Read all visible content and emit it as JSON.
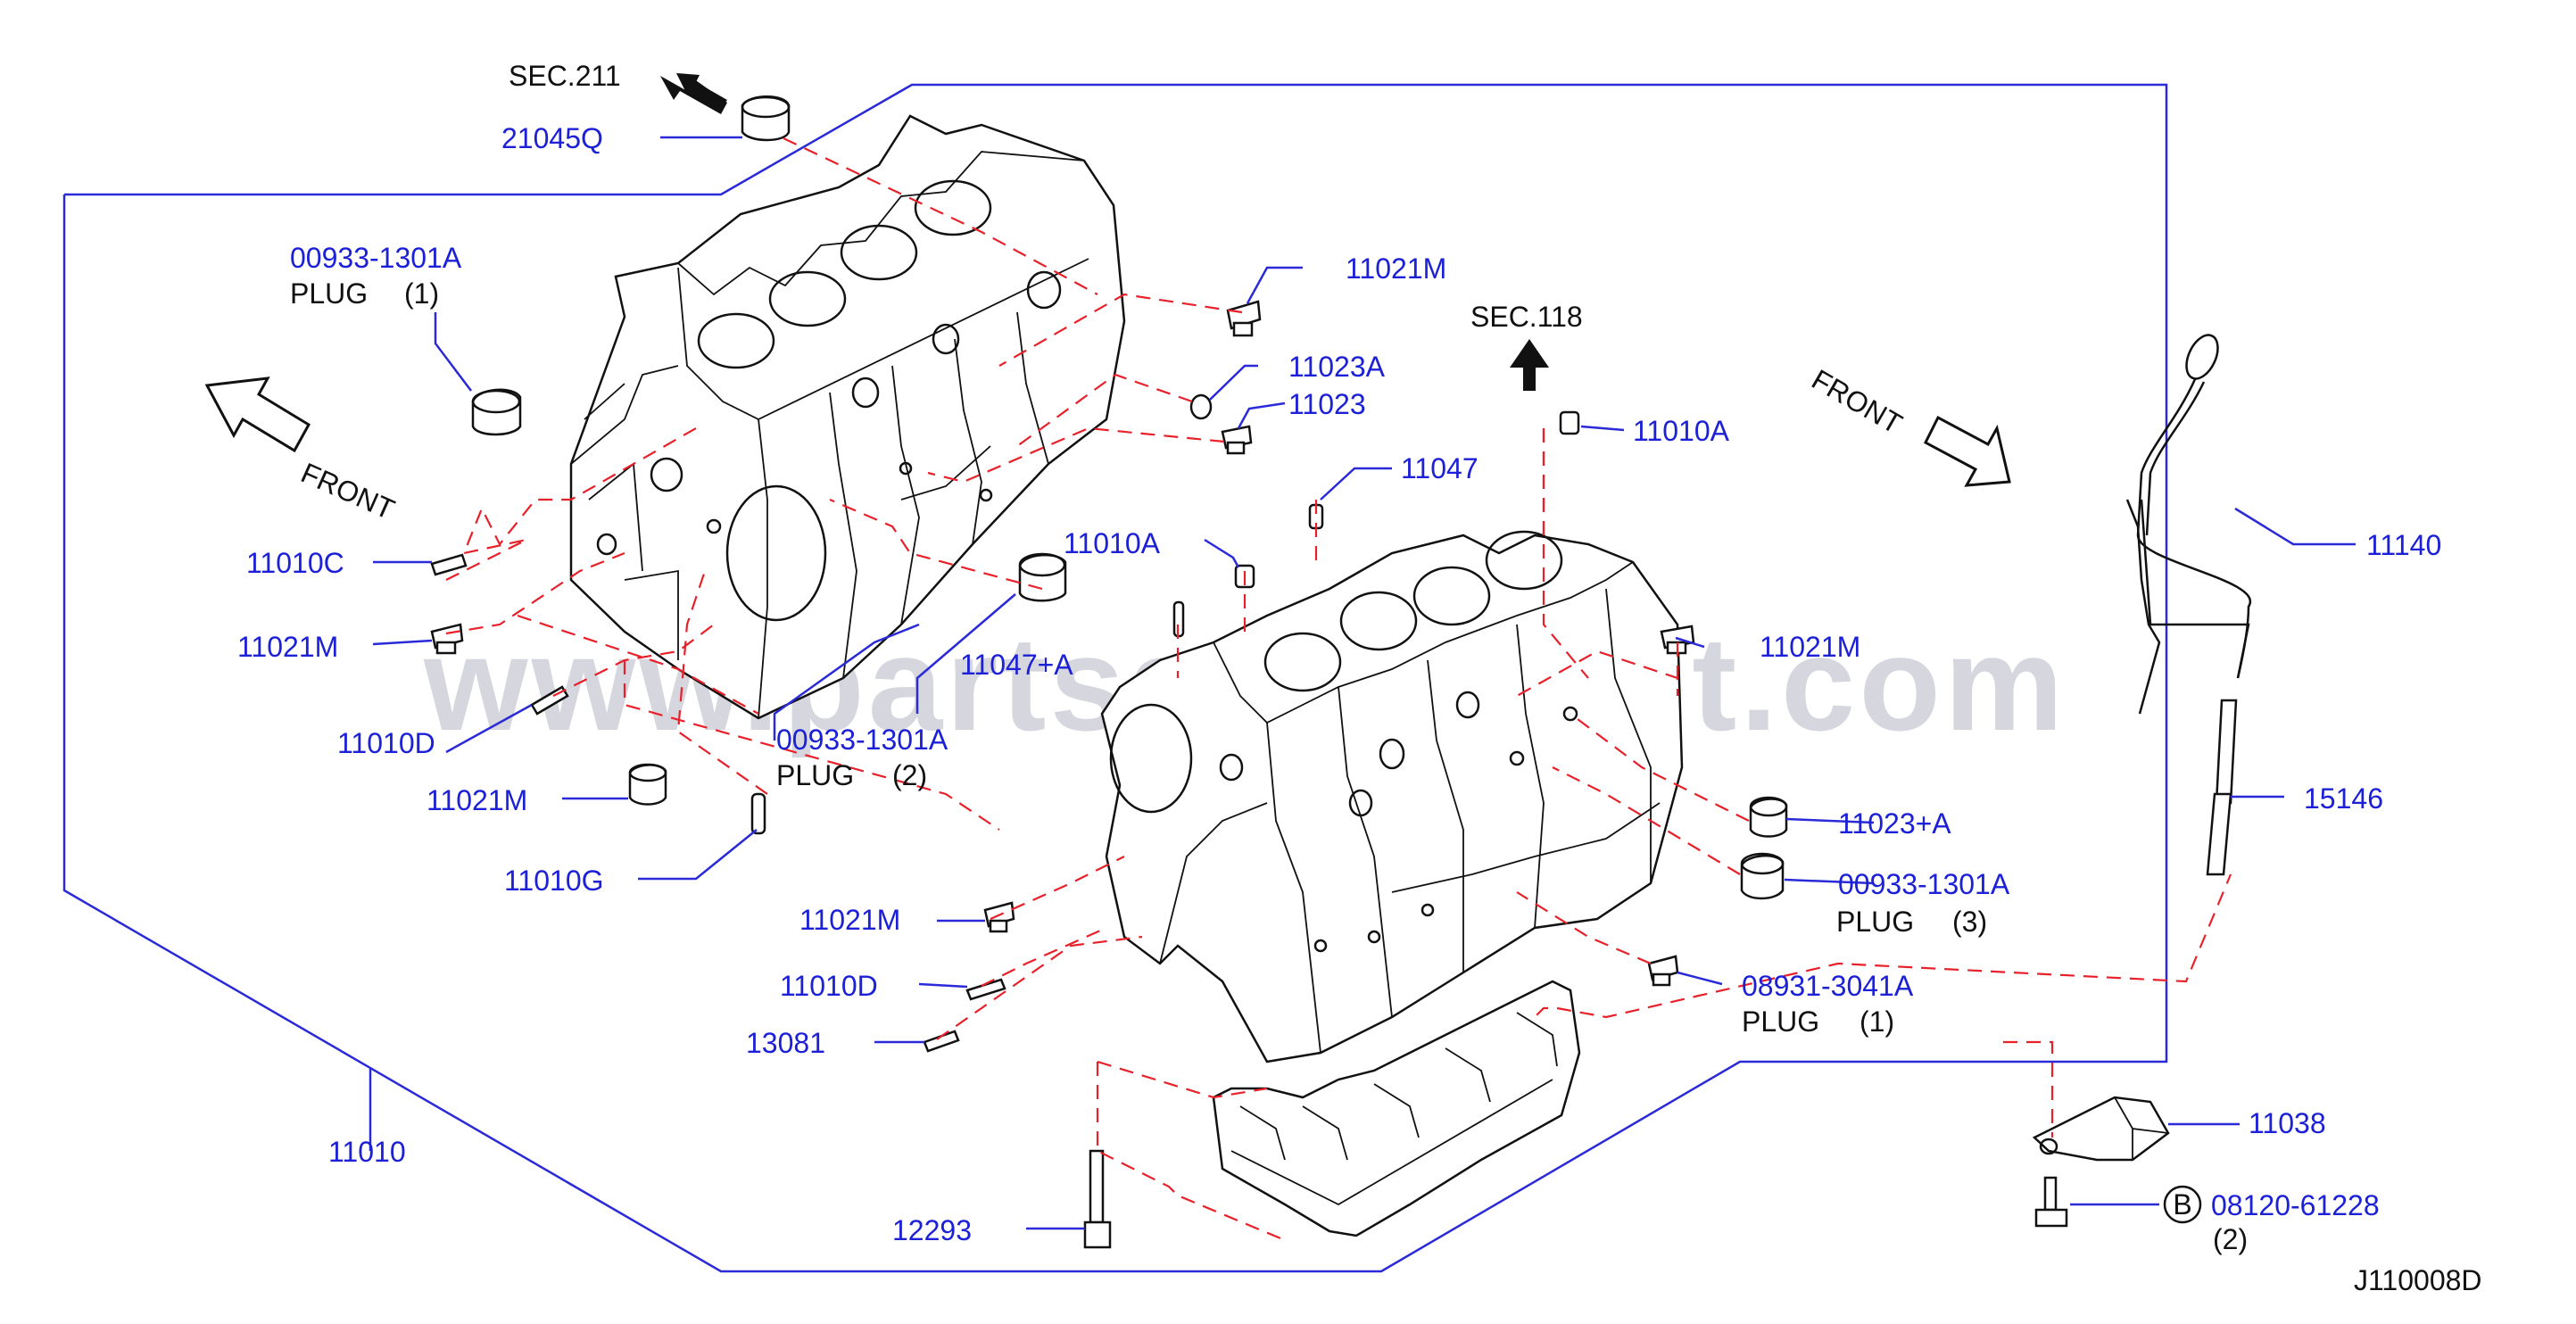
{
  "diagram_code": "J110008D",
  "watermark": "www.partsassistant.com",
  "section_refs": [
    {
      "id": "sec211",
      "text": "SEC.211"
    },
    {
      "id": "sec118",
      "text": "SEC.118"
    }
  ],
  "front_labels": [
    "FRONT",
    "FRONT"
  ],
  "callouts": [
    {
      "id": "c21045q",
      "part": "21045Q"
    },
    {
      "id": "c00933a",
      "part": "00933-1301A",
      "desc": "PLUG",
      "qty": "(1)"
    },
    {
      "id": "c11021m_top",
      "part": "11021M"
    },
    {
      "id": "c11023a",
      "part": "11023A"
    },
    {
      "id": "c11023",
      "part": "11023"
    },
    {
      "id": "c11010a_r",
      "part": "11010A"
    },
    {
      "id": "c11047",
      "part": "11047"
    },
    {
      "id": "c11010a_m",
      "part": "11010A"
    },
    {
      "id": "c11010c",
      "part": "11010C"
    },
    {
      "id": "c11021m_l",
      "part": "11021M"
    },
    {
      "id": "c11047a",
      "part": "11047+A"
    },
    {
      "id": "c11010d_l",
      "part": "11010D"
    },
    {
      "id": "c00933b",
      "part": "00933-1301A",
      "desc": "PLUG",
      "qty": "(2)"
    },
    {
      "id": "c11021m_ll",
      "part": "11021M"
    },
    {
      "id": "c11010g",
      "part": "11010G"
    },
    {
      "id": "c11021m_r",
      "part": "11021M"
    },
    {
      "id": "c11140",
      "part": "11140"
    },
    {
      "id": "c11023pa",
      "part": "11023+A"
    },
    {
      "id": "c15146",
      "part": "15146"
    },
    {
      "id": "c00933c",
      "part": "00933-1301A",
      "desc": "PLUG",
      "qty": "(3)"
    },
    {
      "id": "c11021m_b",
      "part": "11021M"
    },
    {
      "id": "c11010d_b",
      "part": "11010D"
    },
    {
      "id": "c08931",
      "part": "08931-3041A",
      "desc": "PLUG",
      "qty": "(1)"
    },
    {
      "id": "c13081",
      "part": "13081"
    },
    {
      "id": "c11010",
      "part": "11010"
    },
    {
      "id": "c11038",
      "part": "11038"
    },
    {
      "id": "c12293",
      "part": "12293"
    },
    {
      "id": "c08120",
      "part": "08120-61228",
      "marker": "B",
      "qty": "(2)"
    }
  ]
}
